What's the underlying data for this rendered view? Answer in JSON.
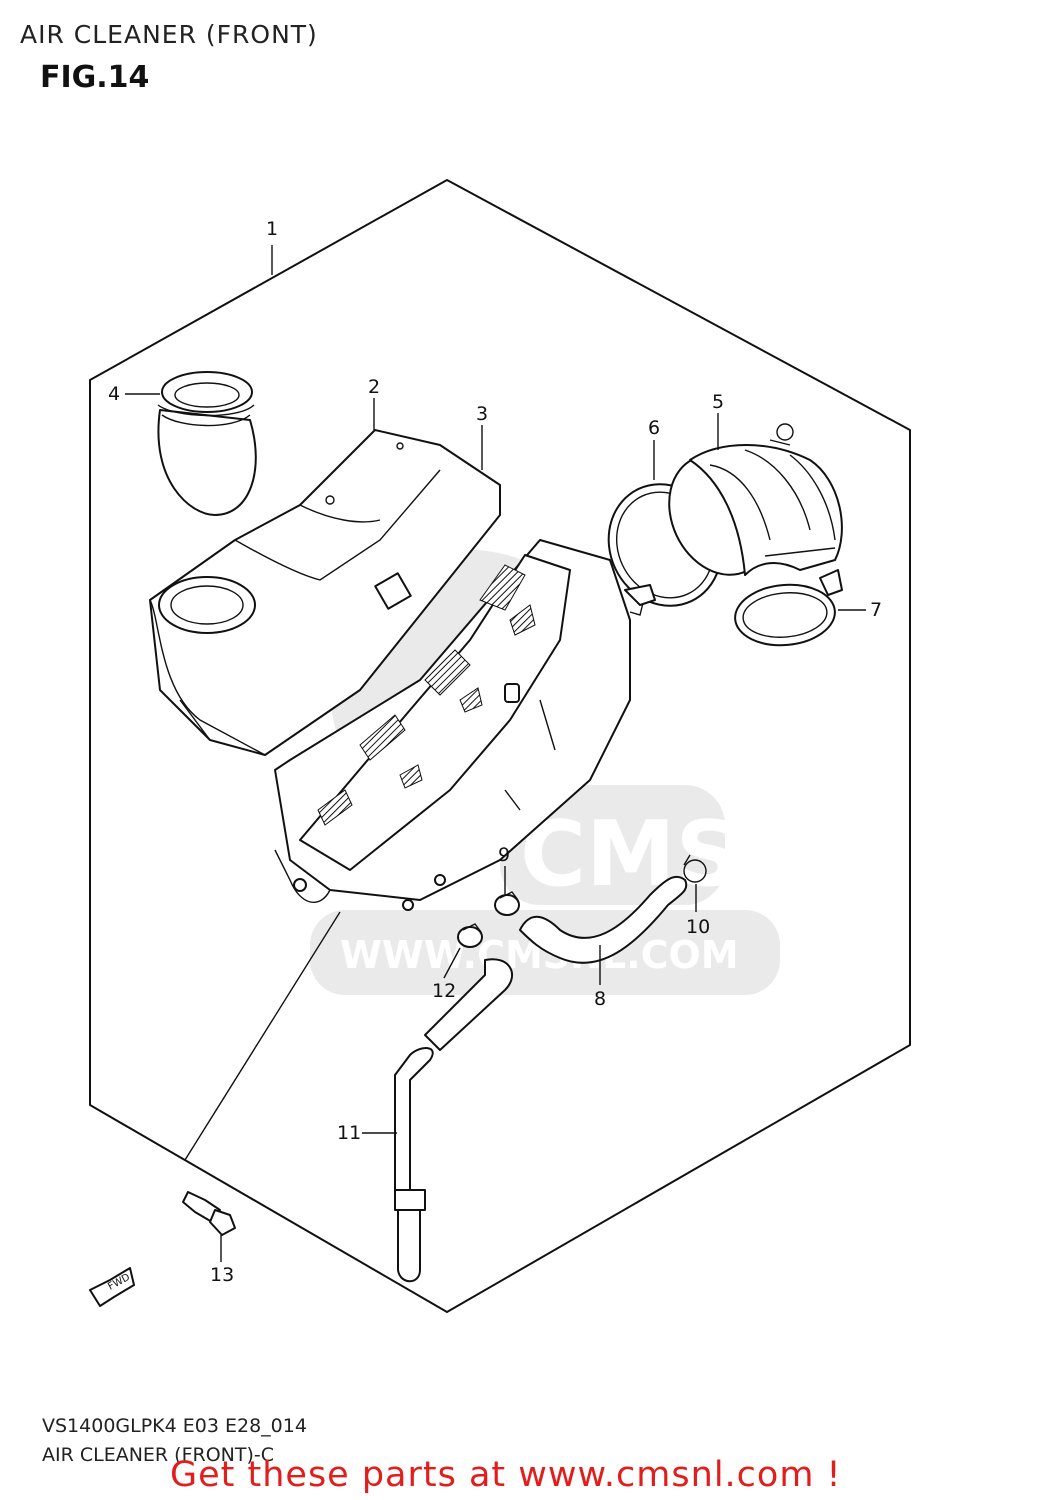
{
  "header": {
    "title": "AIR CLEANER (FRONT)",
    "figure": "FIG.14"
  },
  "footer": {
    "code": "VS1400GLPK4 E03 E28_014",
    "subtitle": "AIR CLEANER (FRONT)-C",
    "promo": "Get these parts at www.cmsnl.com !"
  },
  "watermark": {
    "brand": "CMS",
    "url": "WWW.CMSNL.COM"
  },
  "diagram": {
    "fwd_label": "FWD",
    "callouts": [
      "1",
      "2",
      "3",
      "4",
      "5",
      "6",
      "7",
      "8",
      "9",
      "10",
      "11",
      "12",
      "13"
    ]
  },
  "colors": {
    "promo": "#e31c1c",
    "line": "#111111",
    "watermark": "#d9d9d9"
  }
}
